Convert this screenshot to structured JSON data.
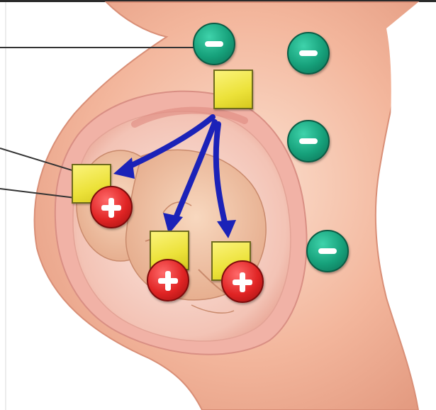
{
  "colors": {
    "background": "#ffffff",
    "skin_light": "#f9d6c3",
    "skin": "#f3b69c",
    "skin_dark": "#e79b82",
    "uterus_wall": "#f1b2a6",
    "amniotic": "#f7dcd3",
    "fetus": "#f0c2a4",
    "arrow": "#1b22b8",
    "negative_charge": "#16a07a",
    "positive_charge": "#e02424",
    "molecule_square": "#ece23a",
    "pointer_line": "#333333"
  },
  "icons": {
    "negative": "minus-circle-icon",
    "positive": "plus-circle-icon",
    "square": "yellow-square-icon"
  },
  "counts": {
    "negative_charges": 4,
    "positive_charges": 3,
    "yellow_squares": 4,
    "arrows": 3,
    "pointer_lines": 3
  }
}
